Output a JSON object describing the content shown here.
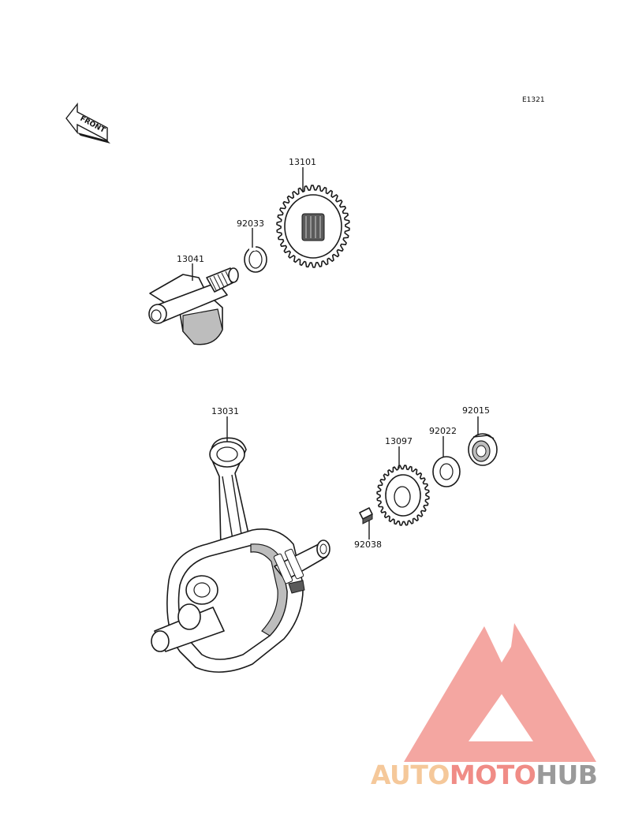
{
  "reference_code": "E1321",
  "front_arrow_label": "FRONT",
  "parts": [
    {
      "number": "13101"
    },
    {
      "number": "92033"
    },
    {
      "number": "13041"
    },
    {
      "number": "13031"
    },
    {
      "number": "92015"
    },
    {
      "number": "92022"
    },
    {
      "number": "13097"
    },
    {
      "number": "92038"
    }
  ],
  "watermark": {
    "segments": [
      "AUTO",
      "MOTO",
      "HUB"
    ],
    "colors": {
      "auto": "#f5c89a",
      "moto": "#f08c86",
      "hub": "#9a9a9a",
      "logo": "#f29a94"
    }
  }
}
